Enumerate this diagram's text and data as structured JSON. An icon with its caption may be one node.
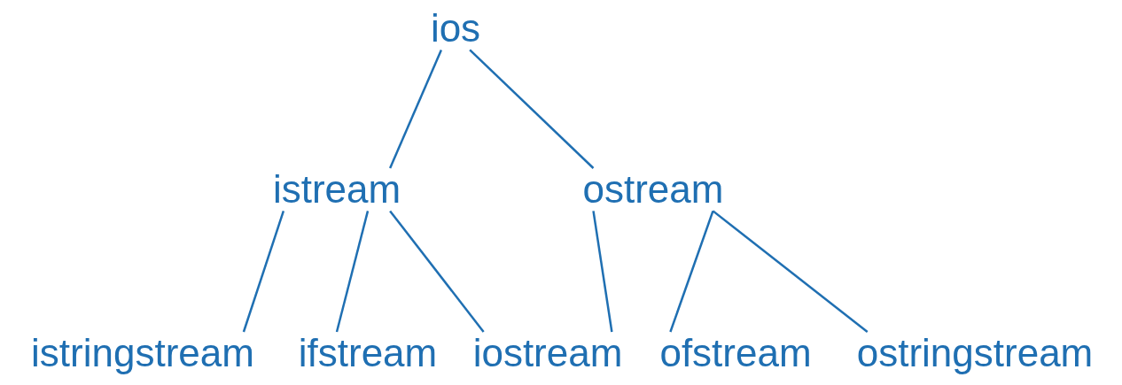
{
  "diagram": {
    "nodes": [
      {
        "text": [
          "ios"
        ]
      },
      {
        "text": [
          "istream"
        ]
      },
      {
        "text": [
          "ostream"
        ]
      },
      {
        "text": [
          "istringstream"
        ]
      },
      {
        "text": [
          "ifstream"
        ]
      },
      {
        "text": [
          "iostream"
        ]
      },
      {
        "text": [
          "ofstream"
        ]
      },
      {
        "text": [
          "ostringstream"
        ]
      }
    ],
    "edges": [
      {
        "from": 0,
        "to": 1,
        "arrow": "none"
      },
      {
        "from": 0,
        "to": 2,
        "arrow": "none"
      },
      {
        "from": 1,
        "to": 3,
        "arrow": "none"
      },
      {
        "from": 1,
        "to": 4,
        "arrow": "none"
      },
      {
        "from": 1,
        "to": 5,
        "arrow": "none"
      },
      {
        "from": 2,
        "to": 5,
        "arrow": "none"
      },
      {
        "from": 2,
        "to": 6,
        "arrow": "none"
      },
      {
        "from": 2,
        "to": 7,
        "arrow": "none"
      }
    ]
  }
}
